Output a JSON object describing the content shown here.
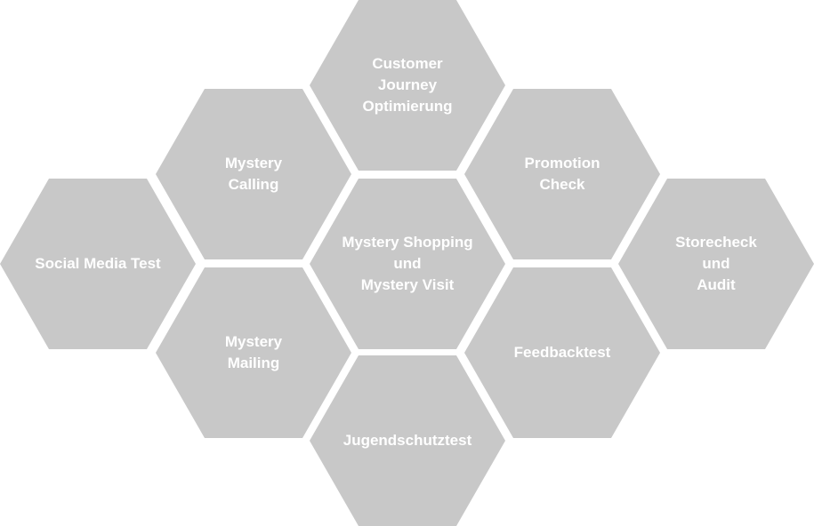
{
  "hexagons": {
    "customer_journey": "Customer\nJourney\nOptimierung",
    "mystery_calling": "Mystery\nCalling",
    "promotion_check": "Promotion\nCheck",
    "social_media_test": "Social Media Test",
    "mystery_shopping": "Mystery Shopping\nund\nMystery Visit",
    "storecheck": "Storecheck\nund\nAudit",
    "mystery_mailing": "Mystery\nMailing",
    "feedbacktest": "Feedbacktest",
    "jugendschutztest": "Jugendschutztest"
  },
  "colors": {
    "hex_fill": "#c8c8c8",
    "text": "#ffffff",
    "background": "#ffffff"
  }
}
